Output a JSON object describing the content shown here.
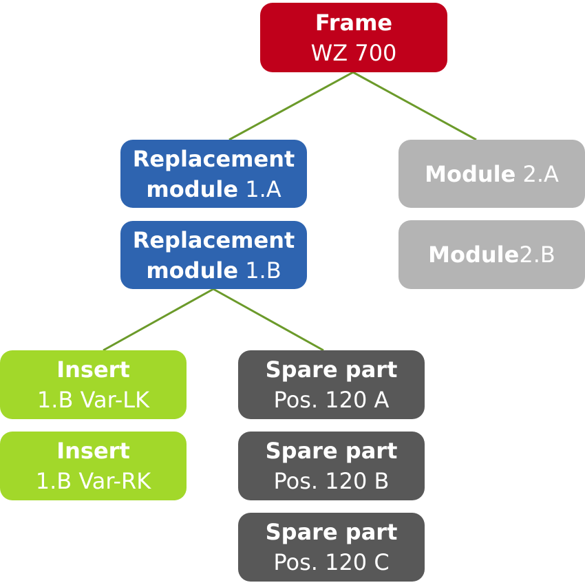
{
  "colors": {
    "frame": "#c0001b",
    "replacement_module": "#2e64b0",
    "module": "#b4b4b4",
    "insert": "#a2d82a",
    "spare_part": "#585858",
    "connector": "#6b9a2a",
    "text": "#ffffff"
  },
  "frame": {
    "bold": "Frame",
    "regular": "WZ 700"
  },
  "repl_1a": {
    "bold_line1": "Replacement",
    "bold_line2": "module",
    "regular": " 1.A"
  },
  "repl_1b": {
    "bold_line1": "Replacement",
    "bold_line2": "module",
    "regular": " 1.B"
  },
  "module_2a": {
    "bold": "Module",
    "regular": " 2.A"
  },
  "module_2b": {
    "bold": "Module",
    "regular": "2.B"
  },
  "insert_lk": {
    "bold": "Insert",
    "regular": "1.B Var-LK"
  },
  "insert_rk": {
    "bold": "Insert",
    "regular": "1.B Var-RK"
  },
  "spare_a": {
    "bold": "Spare part",
    "regular": "Pos. 120 A"
  },
  "spare_b": {
    "bold": "Spare part",
    "regular": "Pos. 120 B"
  },
  "spare_c": {
    "bold": "Spare part",
    "regular": "Pos. 120 C"
  }
}
